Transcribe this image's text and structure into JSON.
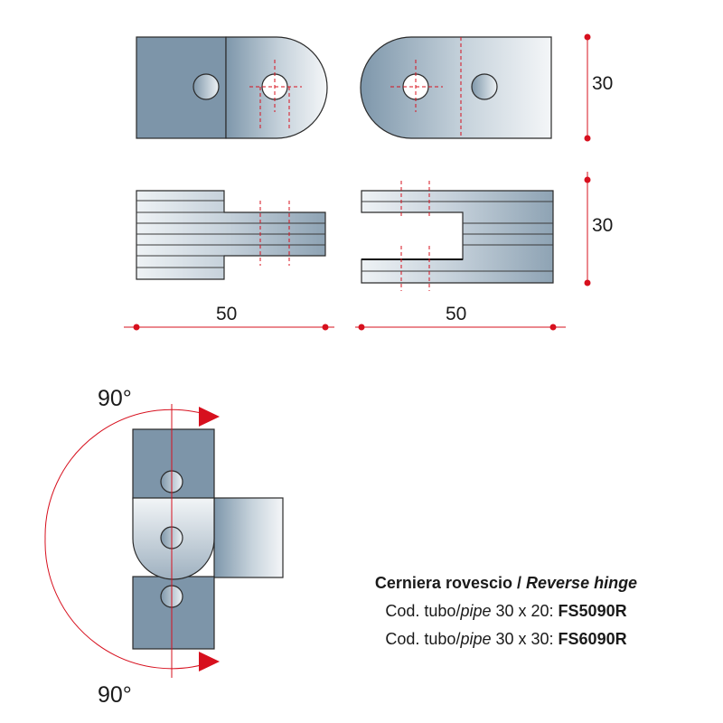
{
  "dimensions": {
    "height_top": "30",
    "height_bottom": "30",
    "width_left": "50",
    "width_right": "50"
  },
  "angles": {
    "top": "90°",
    "bottom": "90°"
  },
  "caption": {
    "title_it": "Cerniera rovescio /",
    "title_en": "Reverse hinge",
    "row1_prefix": "Cod. tubo/",
    "row1_pipe": "pipe",
    "row1_size": " 30 x 20: ",
    "row1_code": "FS5090R",
    "row2_prefix": "Cod. tubo/",
    "row2_pipe": "pipe",
    "row2_size": " 30 x 30: ",
    "row2_code": "FS6090R"
  },
  "colors": {
    "dimension_red": "#d7101e",
    "steel_dark": "#7d95a9",
    "outline": "#2a2a2a"
  }
}
